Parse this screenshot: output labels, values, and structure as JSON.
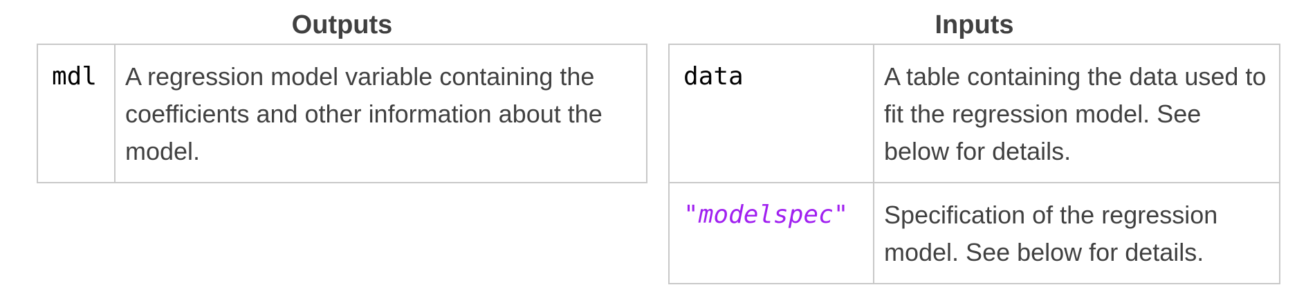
{
  "outputs": {
    "title": "Outputs",
    "rows": [
      {
        "name": "mdl",
        "description": "A regression model variable containing the coefficients and other information about the model."
      }
    ]
  },
  "inputs": {
    "title": "Inputs",
    "rows": [
      {
        "name": "data",
        "description": "A table containing the data used to fit the regression model. See below for details."
      },
      {
        "name_quote_open": "\"",
        "name": "modelspec",
        "name_quote_close": "\"",
        "description": "Specification of the regression model. See below for details."
      }
    ]
  },
  "colors": {
    "text": "#404040",
    "code": "#000000",
    "string_argument": "#a020f0",
    "border": "#c8c8c8"
  }
}
